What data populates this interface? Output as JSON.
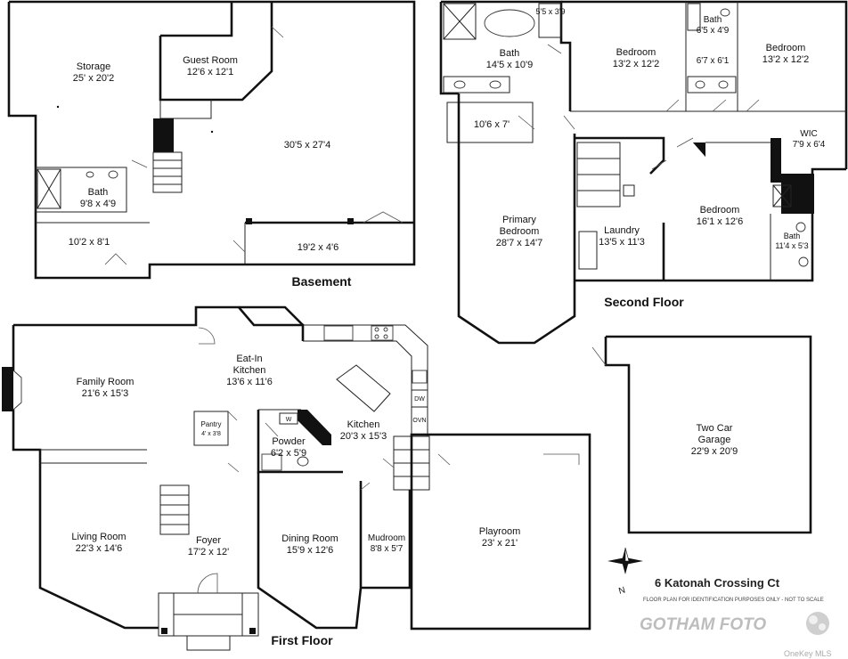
{
  "floors": {
    "basement": "Basement",
    "second": "Second Floor",
    "first": "First Floor"
  },
  "basement_rooms": {
    "storage": {
      "name": "Storage",
      "size": "25' x 20'2"
    },
    "guest": {
      "name": "Guest Room",
      "size": "12'6 x 12'1"
    },
    "main": {
      "size": "30'5 x 27'4"
    },
    "bath": {
      "name": "Bath",
      "size": "9'8 x 4'9"
    },
    "room_a": {
      "size": "10'2 x 8'1"
    },
    "room_b": {
      "size": "19'2 x 4'6"
    }
  },
  "second_rooms": {
    "bath_small": {
      "size": "5'5 x 3'9"
    },
    "primary_bath": {
      "name": "Bath",
      "size": "14'5 x 10'9"
    },
    "bed1": {
      "name": "Bedroom",
      "size": "13'2 x 12'2"
    },
    "bath2": {
      "name": "Bath",
      "size": "6'5 x 4'9"
    },
    "hall_bath": {
      "size": "6'7 x 6'1"
    },
    "bed2": {
      "name": "Bedroom",
      "size": "13'2 x 12'2"
    },
    "closet": {
      "size": "10'6 x 7'"
    },
    "wic": {
      "name": "WIC",
      "size": "7'9 x 6'4"
    },
    "primary": {
      "name": "Primary",
      "name2": "Bedroom",
      "size": "28'7 x 14'7"
    },
    "bed3": {
      "name": "Bedroom",
      "size": "16'1 x 12'6"
    },
    "laundry": {
      "name": "Laundry",
      "size": "13'5 x 11'3"
    },
    "bath3": {
      "name": "Bath",
      "size": "11'4 x 5'3"
    }
  },
  "first_rooms": {
    "family": {
      "name": "Family Room",
      "size": "21'6 x 15'3"
    },
    "eatin": {
      "name": "Eat-In",
      "name2": "Kitchen",
      "size": "13'6 x 11'6"
    },
    "pantry": {
      "name": "Pantry",
      "size": "4' x 3'8"
    },
    "powder": {
      "name": "Powder",
      "size": "6'2 x 5'9"
    },
    "kitchen": {
      "name": "Kitchen",
      "size": "20'3 x 15'3"
    },
    "living": {
      "name": "Living Room",
      "size": "22'3 x 14'6"
    },
    "foyer": {
      "name": "Foyer",
      "size": "17'2 x 12'"
    },
    "dining": {
      "name": "Dining Room",
      "size": "15'9 x 12'6"
    },
    "mudroom": {
      "name": "Mudroom",
      "size": "8'8 x 5'7"
    },
    "playroom": {
      "name": "Playroom",
      "size": "23' x 21'"
    }
  },
  "garage": {
    "name": "Two Car",
    "name2": "Garage",
    "size": "22'9 x 20'9"
  },
  "appliances": {
    "dw": "DW",
    "ovn": "OVN",
    "w": "W"
  },
  "compass": {
    "north": "N"
  },
  "address": "6 Katonah Crossing Ct",
  "disclaimer": "FLOOR PLAN FOR IDENTIFICATION PURPOSES ONLY - NOT TO SCALE",
  "brand": "GOTHAM FOTO",
  "mls": "OneKey MLS"
}
